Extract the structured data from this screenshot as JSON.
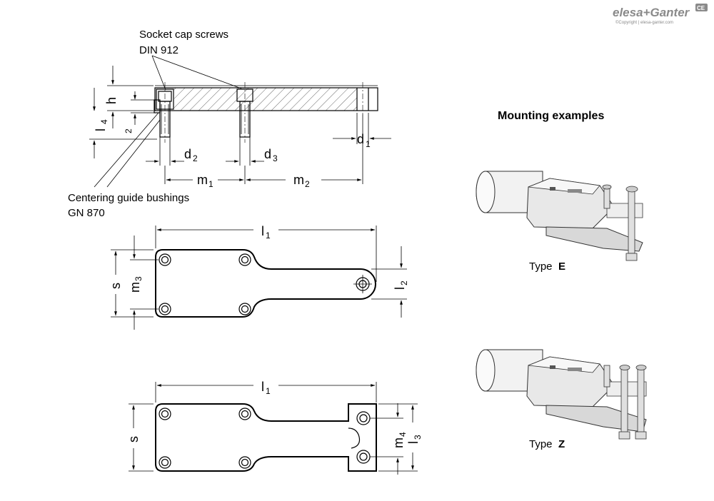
{
  "logo": {
    "brand_text": "elesa+Ganter",
    "ce_mark": "CE",
    "copyright": "©Copyright | elesa-ganter.com"
  },
  "annotations": {
    "socket_cap_screws": "Socket cap screws",
    "din_912": "DIN 912",
    "centering_guide_bushings": "Centering guide bushings",
    "gn_870": "GN 870"
  },
  "dimensions": {
    "h": "h",
    "l": "l",
    "four": "4",
    "two": "2",
    "d": "d",
    "one": "1",
    "twoSub": "2",
    "three": "3",
    "m": "m",
    "s": "s"
  },
  "mounting": {
    "heading": "Mounting examples",
    "type_e_prefix": "Type ",
    "type_e_letter": "E",
    "type_z_prefix": "Type ",
    "type_z_letter": "Z"
  }
}
